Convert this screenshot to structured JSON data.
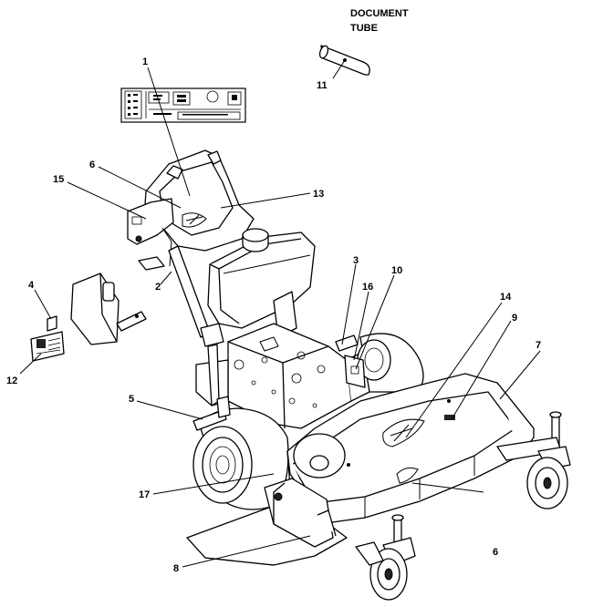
{
  "diagram": {
    "document_tube_label_line1": "DOCUMENT",
    "document_tube_label_line2": "TUBE",
    "callouts": [
      "1",
      "2",
      "3",
      "4",
      "5",
      "6",
      "7",
      "8",
      "9",
      "10",
      "11",
      "12",
      "13",
      "14",
      "15",
      "16",
      "17",
      "6"
    ]
  }
}
